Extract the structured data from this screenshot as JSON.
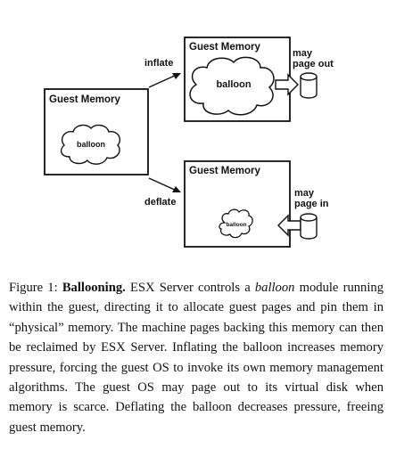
{
  "figure": {
    "boxes": {
      "left": {
        "title": "Guest Memory",
        "balloon": "balloon"
      },
      "top": {
        "title": "Guest Memory",
        "balloon": "balloon"
      },
      "bottom": {
        "title": "Guest Memory",
        "balloon": "balloon"
      }
    },
    "labels": {
      "inflate": "inflate",
      "deflate": "deflate",
      "page_out_line1": "may",
      "page_out_line2": "page out",
      "page_in_line1": "may",
      "page_in_line2": "page in"
    },
    "icons": {
      "disk": "disk-cylinder-icon",
      "arrow": "hollow-arrow-icon"
    }
  },
  "caption": {
    "prefix": "Figure 1: ",
    "lead": "Ballooning.",
    "t1": " ESX Server controls a ",
    "em1": "balloon",
    "t2": " module running within the guest, directing it to allocate guest pages and pin them in “physical” memory. The machine pages backing this memory can then be reclaimed by ESX Server. Inflating the balloon increases memory pressure, forcing the guest OS to invoke its own memory management algorithms. The guest OS may page out to its virtual disk when memory is scarce. Deflating the balloon decreases pressure, freeing guest memory."
  }
}
